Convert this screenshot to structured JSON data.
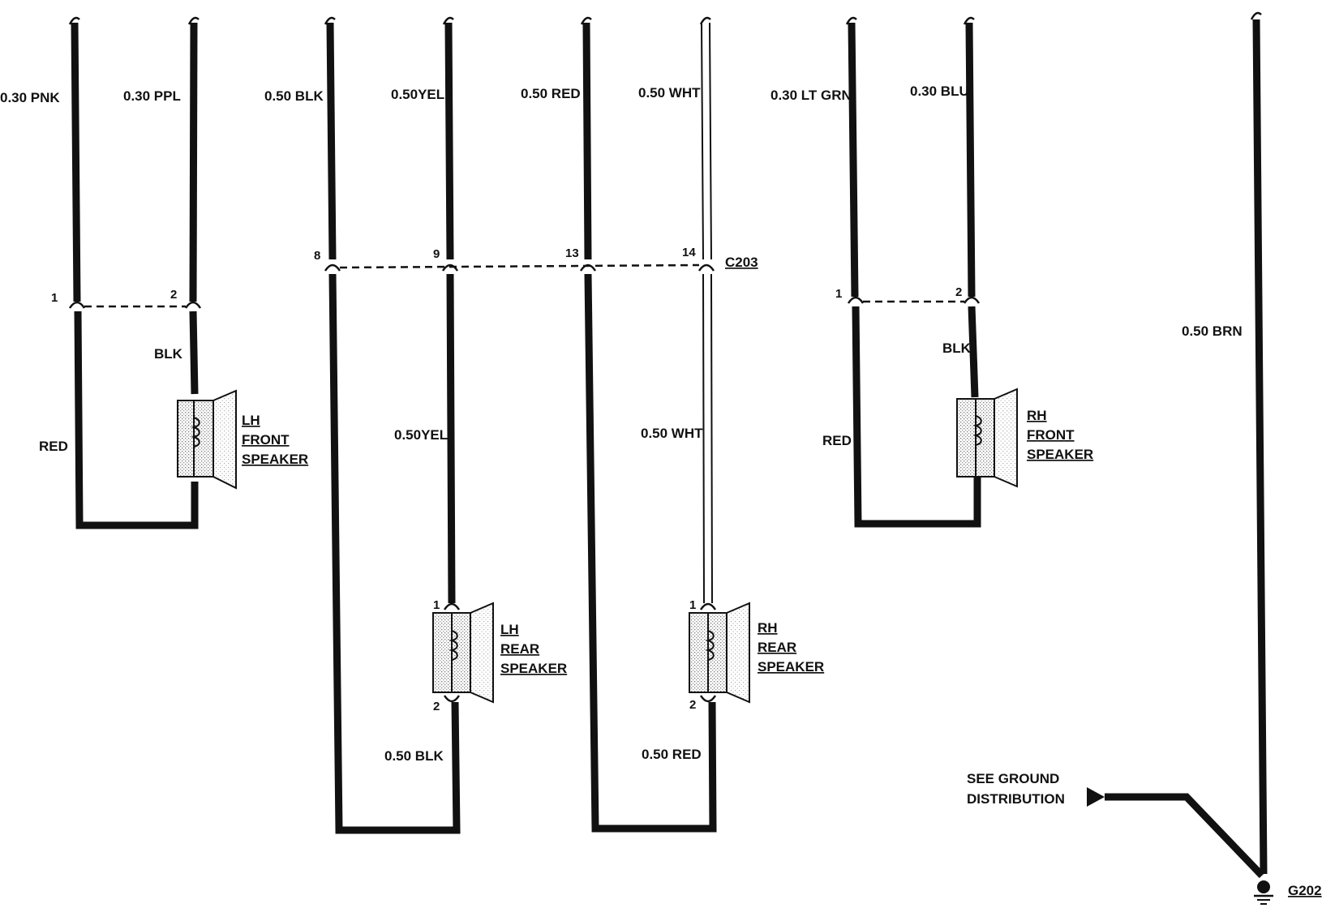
{
  "wires": {
    "lh_front_in_1": "0.30 PNK",
    "lh_front_in_2": "0.30 PPL",
    "lh_front_ret_red": "RED",
    "lh_front_ret_blk": "BLK",
    "c203_w1": "0.50 BLK",
    "c203_w2": "0.50YEL",
    "c203_w3": "0.50 RED",
    "c203_w4": "0.50 WHT",
    "lh_rear_in": "0.50YEL",
    "rh_rear_in": "0.50 WHT",
    "lh_rear_out": "0.50 BLK",
    "rh_rear_out": "0.50 RED",
    "rh_front_in_1": "0.30 LT GRN",
    "rh_front_in_2": "0.30 BLU",
    "rh_front_ret_red": "RED",
    "rh_front_ret_blk": "BLK",
    "ground_wire": "0.50 BRN"
  },
  "connectors": {
    "lh_front_pin1": "1",
    "lh_front_pin2": "2",
    "c203_pin_a": "8",
    "c203_pin_b": "9",
    "c203_pin_c": "13",
    "c203_pin_d": "14",
    "c203_name": "C203",
    "rh_front_pin1": "1",
    "rh_front_pin2": "2",
    "lh_rear_pin1": "1",
    "lh_rear_pin2": "2",
    "rh_rear_pin1": "1",
    "rh_rear_pin2": "2"
  },
  "components": {
    "lh_front": [
      "LH",
      "FRONT",
      "SPEAKER"
    ],
    "lh_rear": [
      "LH",
      "REAR",
      "SPEAKER"
    ],
    "rh_rear": [
      "RH",
      "REAR",
      "SPEAKER"
    ],
    "rh_front": [
      "RH",
      "FRONT",
      "SPEAKER"
    ]
  },
  "ground": {
    "note_line1": "SEE GROUND",
    "note_line2": "DISTRIBUTION",
    "name": "G202"
  }
}
